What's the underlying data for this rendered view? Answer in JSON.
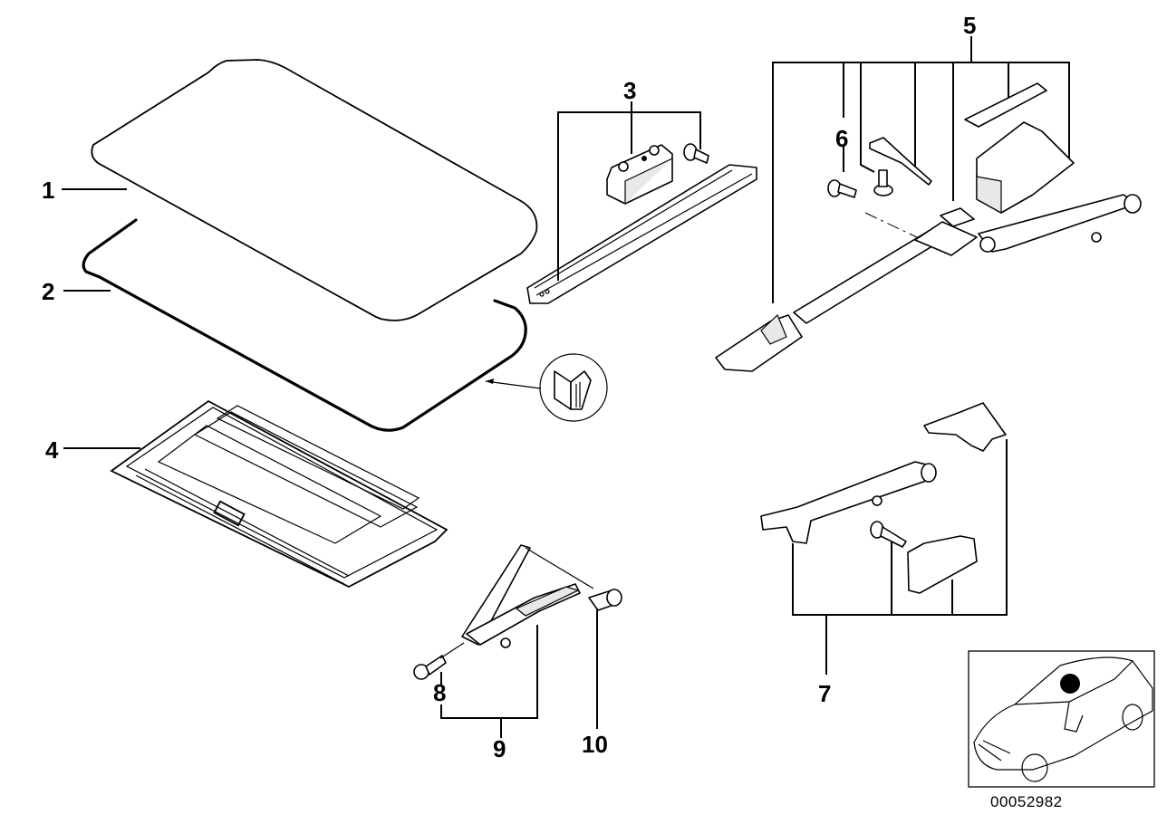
{
  "diagram": {
    "title": "Sliding roof assembly parts diagram",
    "callouts": [
      {
        "id": "1",
        "label": "1",
        "part": "glass-panel"
      },
      {
        "id": "2",
        "label": "2",
        "part": "seal-gasket"
      },
      {
        "id": "3",
        "label": "3",
        "part": "guide-rail-with-slider"
      },
      {
        "id": "4",
        "label": "4",
        "part": "headliner-panel"
      },
      {
        "id": "5",
        "label": "5",
        "part": "mechanism-assembly"
      },
      {
        "id": "6",
        "label": "6",
        "part": "mechanism-screws"
      },
      {
        "id": "7",
        "label": "7",
        "part": "lever-kit"
      },
      {
        "id": "8",
        "label": "8",
        "part": "screw"
      },
      {
        "id": "9",
        "label": "9",
        "part": "hinge-bracket"
      },
      {
        "id": "10",
        "label": "10",
        "part": "bolt"
      }
    ],
    "detail_view": "seal-cross-section",
    "locator": {
      "icon": "car-roof-locator",
      "marker_color": "#000000"
    },
    "reference_number": "00052982"
  }
}
